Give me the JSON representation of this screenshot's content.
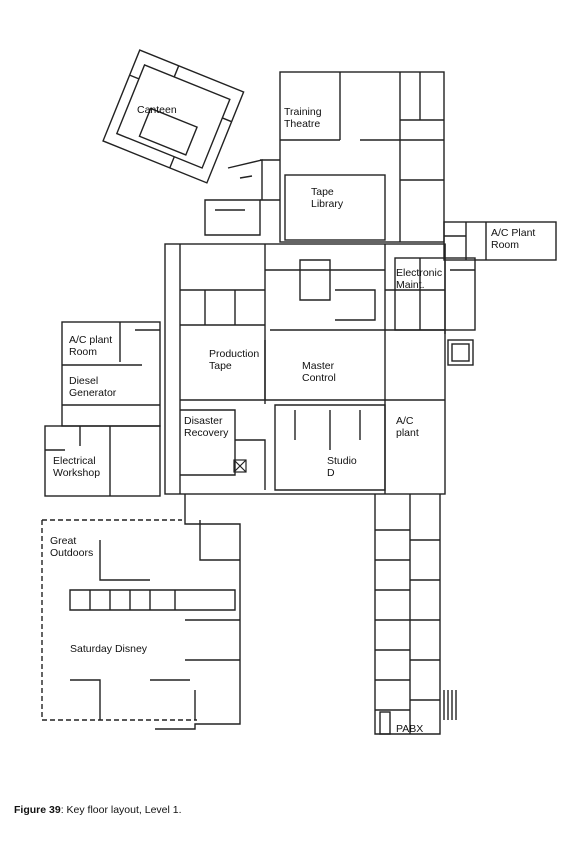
{
  "rooms": {
    "canteen": "Canteen",
    "training_theatre": "Training\nTheatre",
    "tape_library": "Tape\nLibrary",
    "ac_plant_room_east": "A/C Plant\nRoom",
    "electronic_maint": "Electronic\nMaint.",
    "ac_plant_room_west": "A/C plant\nRoom",
    "diesel_generator": "Diesel\n  Generator",
    "production_tape": "Production\nTape",
    "master_control": "Master\nControl",
    "disaster_recovery": "Disaster\nRecovery",
    "ac_plant": "A/C\nplant",
    "electrical_workshop": "Electrical\nWorkshop",
    "studio_d": "Studio\n  D",
    "great_outdoors": "Great\nOutdoors",
    "saturday_disney": "Saturday Disney",
    "pabx": "PABX"
  },
  "caption": {
    "label": "Figure 39",
    "text": ": Key floor layout, Level 1."
  }
}
